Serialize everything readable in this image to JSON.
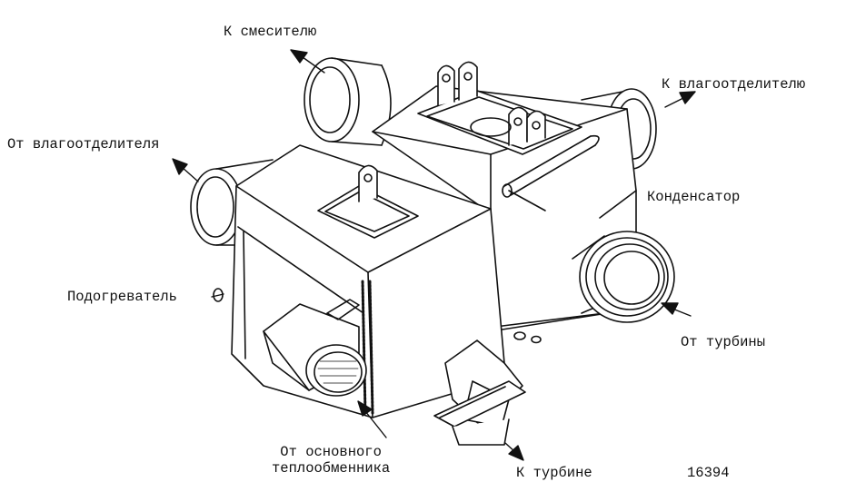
{
  "labels": {
    "to_mixer": "К смесителю",
    "to_moisture_separator": "К влагоотделителю",
    "from_moisture_separator": "От влагоотделителя",
    "condenser": "Конденсатор",
    "heater": "Подогреватель",
    "from_turbine": "От турбины",
    "from_main_heat_exchanger_line1": "От основного",
    "from_main_heat_exchanger_line2": "теплообменника",
    "to_turbine": "К турбине",
    "figure_number": "16394"
  },
  "colors": {
    "ink": "#111111",
    "background": "#ffffff"
  }
}
